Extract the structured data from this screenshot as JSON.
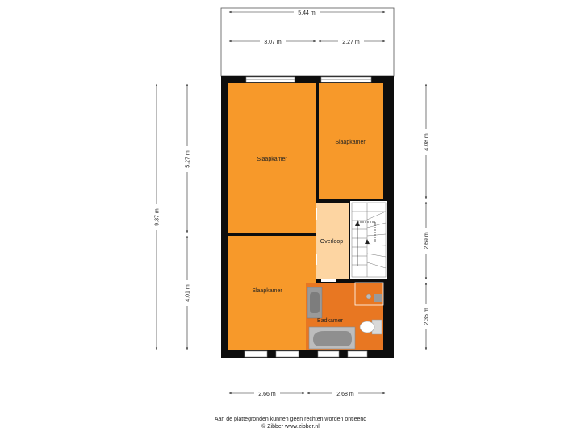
{
  "dimensions": {
    "top_total": "5.44 m",
    "top_left": "3.07 m",
    "top_right": "2.27 m",
    "left_total": "9.37 m",
    "left_upper": "5.27 m",
    "left_lower": "4.01 m",
    "right_upper": "4.08 m",
    "right_middle": "2.69 m",
    "right_lower": "2.35 m",
    "bottom_left": "2.66 m",
    "bottom_right": "2.68 m"
  },
  "rooms": {
    "bedroom_1": "Slaapkamer",
    "bedroom_2": "Slaapkamer",
    "bedroom_3": "Slaapkamer",
    "landing": "Overloop",
    "bathroom": "Badkamer"
  },
  "colors": {
    "bedroom": "#F7992A",
    "landing": "#FDD5A2",
    "bathroom": "#E87722",
    "wall": "#0d0d0d",
    "fixture": "#9a9a9a"
  },
  "footer": {
    "disclaimer": "Aan de plattegronden kunnen geen rechten worden ontleend",
    "copyright": "© Zibber www.zibber.nl"
  }
}
